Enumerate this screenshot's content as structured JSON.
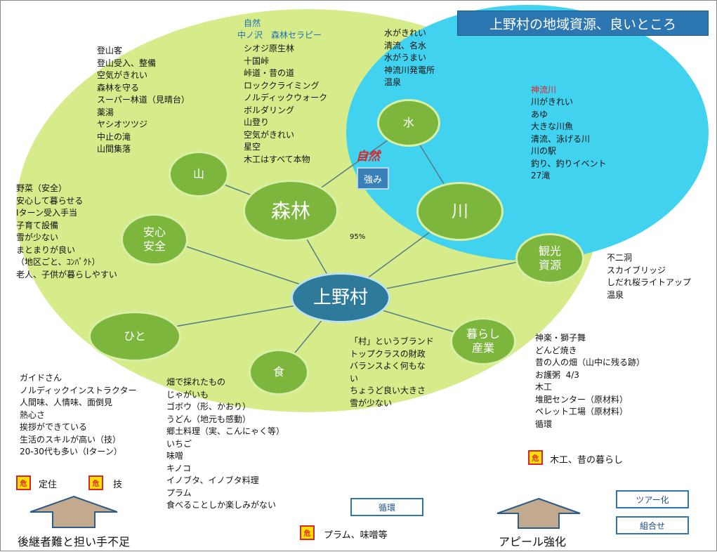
{
  "title": "上野村の地域資源、良いところ",
  "center": "上野村",
  "nodes": {
    "forest": "森林",
    "river": "川",
    "water": "水",
    "mountain": "山",
    "safety": "安心\n安全",
    "people": "ひと",
    "food": "食",
    "tourism": "観光\n資源",
    "life": "暮らし\n産業"
  },
  "nature_label": "自然",
  "strength_label": "強み",
  "forest_percent": "95%",
  "forest_header_1": "自然",
  "forest_header_2": "中ノ沢　森林セラピー",
  "forest_list": "シオジ原生林\n十国峠\n峠道・昔の道\nロッククライミング\nノルディックウォーク\nボルダリング\n山登り\n空気がきれい\n星空\n木工はすべて本物",
  "mountain_list": "登山客\n登山受入、整備\n空気がきれい\n森林を守る\nスーパー林道（見晴台）\n薬湯\nヤシオツツジ\n中止の滝\n山間集落",
  "water_list": "水がきれい\n清流、名水\n水がうまい\n神流川発電所\n温泉",
  "river_header": "神流川",
  "river_list": "川がきれい\nあゆ\n大きな川魚\n清流、泳げる川\n川の駅\n釣り、釣りイベント\n27滝",
  "safety_list": "野菜（安全）\n安心して暮らせる\nIターン受入手当\n子育て設備\n雪が少ない\nまとまりが良い\n（地区ごと、ｺﾝﾊﾟｸﾄ）\n老人、子供が暮らしやすい",
  "tourism_list": "不二洞\nスカイブリッジ\nしだれ桜ライトアップ\n温泉",
  "center_list": "「村」というブランド\nトップクラスの財政\nバランスよく何もな\nい\nちょうど良い大きさ\n雪が少ない",
  "life_list": "神楽・獅子舞\nどんど焼き\n昔の人の畑（山中に残る跡）\nお護粥  4/3\n木工\n堆肥センター（原材料）\nペレット工場（原材料）\n循環",
  "people_list": "ガイドさん\nノルディックインストラクター\n人間味、人情味、面倒見\n熱心さ\n挨拶ができている\n生活のスキルが高い（技）\n20-30代も多い（Iターン）",
  "food_list": "畑で採れたもの\nじゃがいも\nゴボウ（形、かおり）\nうどん（地元も感動）\n郷土料理（実、こんにゃく等）\nいちご\n味噌\nキノコ\nイノブタ、イノブタ料理\nプラム\n食べることしか楽しみがない",
  "danger_mark": "危",
  "danger_labels": {
    "settle": "定住",
    "skill": "技",
    "plum": "プラム、味噌等",
    "woodwork": "木工、昔の暮らし"
  },
  "buttons": {
    "cycle": "循環",
    "tour": "ツアー化",
    "combine": "組合せ"
  },
  "bottom_captions": {
    "successor": "後継者難と担い手不足",
    "appeal": "アピール強化"
  },
  "colors": {
    "green_area": "#d6ec8a",
    "blue_area": "#41d2ef",
    "node_green": "#7db63d",
    "center_node": "#2d7a9b",
    "title_bg": "#2c77b2",
    "danger_yellow": "#ffe200",
    "danger_red": "#d9262b",
    "arrow_fill": "#c3a98e"
  }
}
